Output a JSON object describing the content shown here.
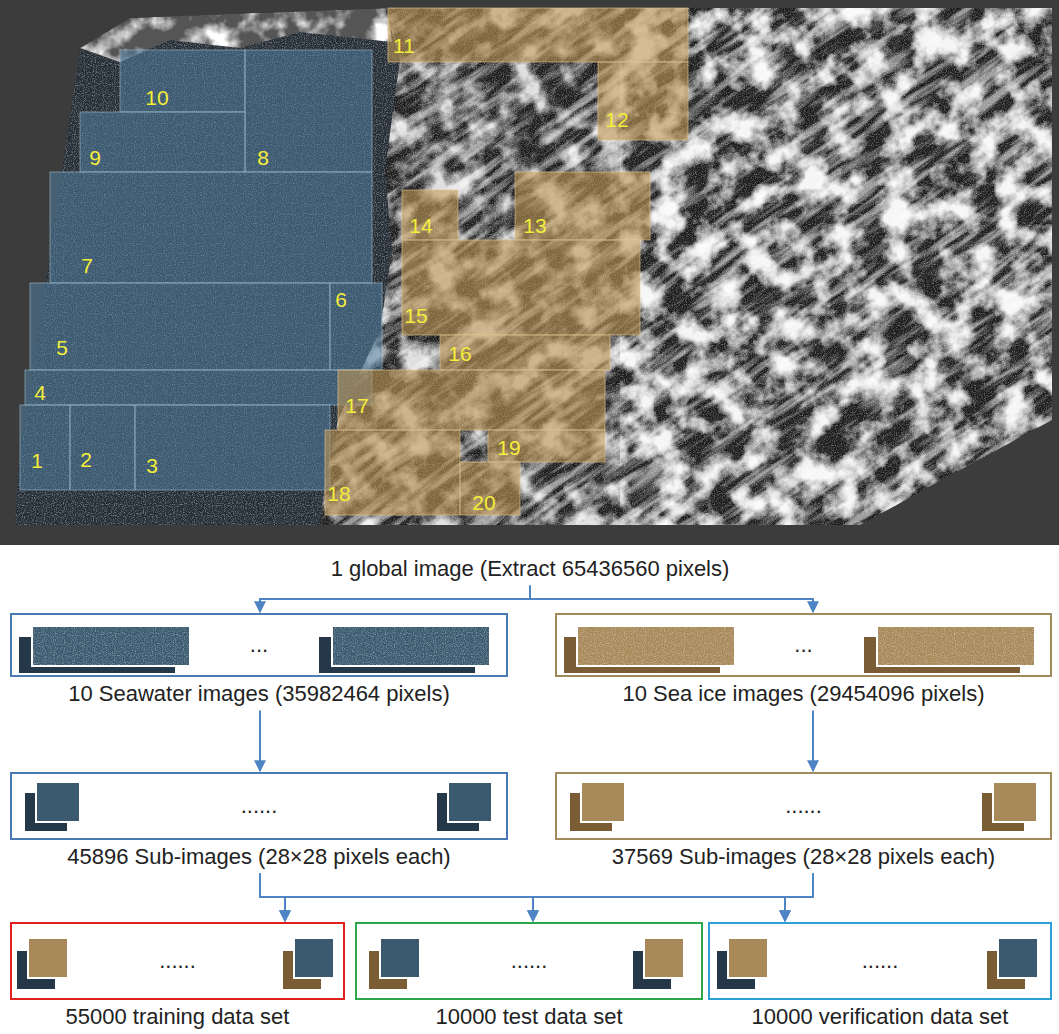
{
  "diagram": {
    "nodes": [
      {
        "text": [
          "1 global image (Extract 65436560 pixels)"
        ]
      },
      {
        "text": [
          "...",
          "10 Seawater images (35982464 pixels)"
        ]
      },
      {
        "text": [
          "...",
          "10 Sea ice images (29454096 pixels)"
        ]
      },
      {
        "text": [
          "......",
          "45896 Sub-images (28×28 pixels each)"
        ]
      },
      {
        "text": [
          "......",
          "37569 Sub-images (28×28 pixels each)"
        ]
      },
      {
        "text": [
          "......",
          "55000 training data set"
        ]
      },
      {
        "text": [
          "......",
          "10000 test data set"
        ]
      },
      {
        "text": [
          "......",
          "10000 verification data set"
        ]
      }
    ],
    "edges": [
      {
        "from": 0,
        "to": 1,
        "arrow": "to"
      },
      {
        "from": 0,
        "to": 2,
        "arrow": "to"
      },
      {
        "from": 1,
        "to": 3,
        "arrow": "to"
      },
      {
        "from": 2,
        "to": 4,
        "arrow": "to"
      },
      {
        "from": 3,
        "to": 5,
        "arrow": "to"
      },
      {
        "from": 3,
        "to": 6,
        "arrow": "to"
      },
      {
        "from": 3,
        "to": 7,
        "arrow": "to"
      },
      {
        "from": 4,
        "to": 5,
        "arrow": "to"
      },
      {
        "from": 4,
        "to": 6,
        "arrow": "to"
      },
      {
        "from": 4,
        "to": 7,
        "arrow": "to"
      }
    ],
    "labels": [
      "11",
      "10",
      "12",
      "9",
      "8",
      "14",
      "13",
      "7",
      "6",
      "15",
      "5",
      "16",
      "4",
      "17",
      "19",
      "1",
      "2",
      "3",
      "18",
      "20"
    ]
  }
}
